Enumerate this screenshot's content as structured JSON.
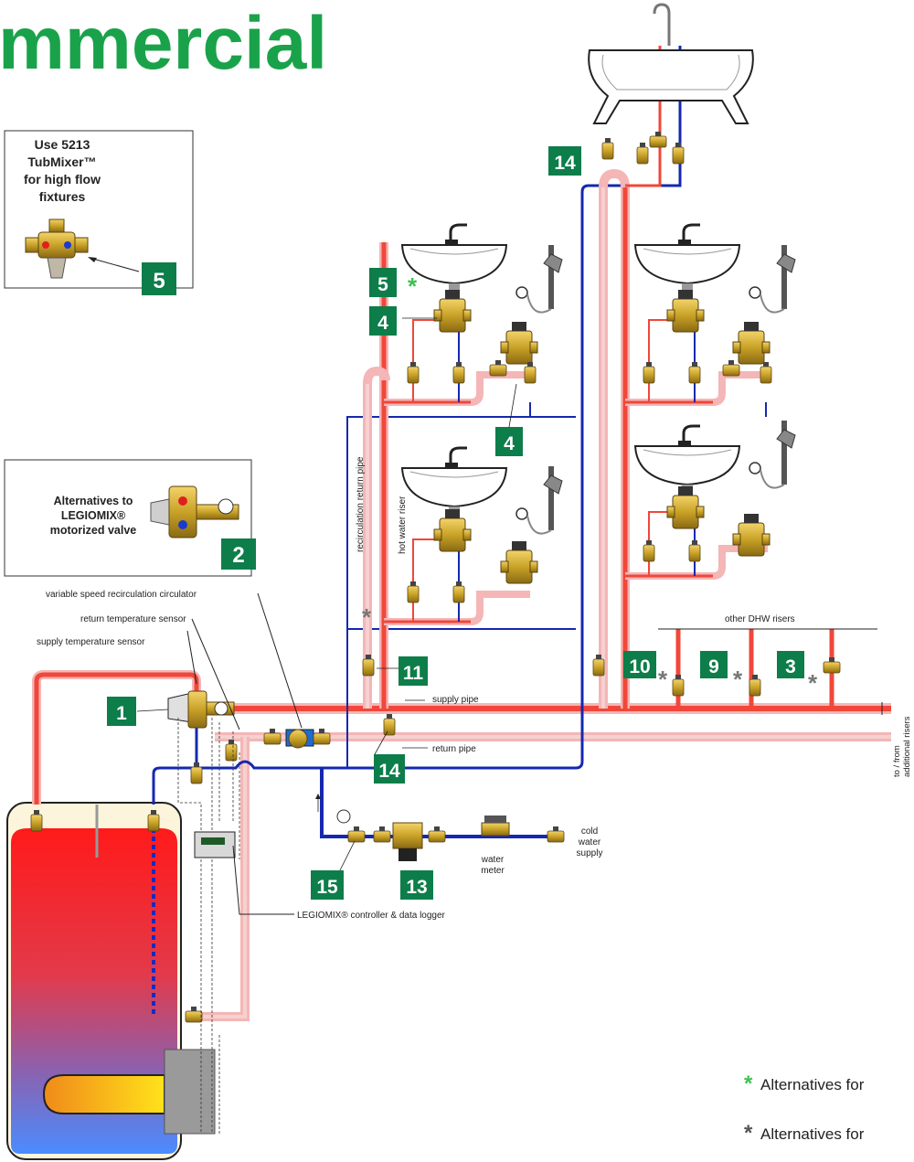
{
  "title": "mmercial",
  "colors": {
    "hot": "#f0473a",
    "hot_halo": "#f4b6b6",
    "cold": "#1528b0",
    "green": "#0d7d4a",
    "title_green": "#1aa24a",
    "brass": "#c9a227",
    "gray_star": "#777777",
    "green_star": "#3dc24e"
  },
  "callouts": {
    "tubmixer": {
      "line1": "Use 5213",
      "line2": "TubMixer™",
      "line3": "for high flow",
      "line4": "fixtures",
      "num": "5"
    },
    "legiomix_alt": {
      "line1": "Alternatives to",
      "line2": "LEGIOMIX®",
      "line3": "motorized valve",
      "num": "2"
    }
  },
  "labels": {
    "circulator": "variable speed recirculation circulator",
    "return_sensor": "return temperature sensor",
    "supply_sensor": "supply temperature sensor",
    "recirc_return": "recirculation return pipe",
    "hot_riser": "hot water riser",
    "supply_pipe": "supply pipe",
    "return_pipe": "return pipe",
    "other_risers": "other DHW risers",
    "to_from_1": "to / from",
    "to_from_2": "additional risers",
    "water_meter_1": "water",
    "water_meter_2": "meter",
    "cold_supply_1": "cold",
    "cold_supply_2": "water",
    "cold_supply_3": "supply",
    "controller": "LEGIOMIX®  controller & data logger"
  },
  "badges": {
    "b14_top": "14",
    "b5_sink": "5",
    "b4_sink": "4",
    "b4_lower": "4",
    "b2": "2",
    "b1": "1",
    "b11": "11",
    "b10": "10",
    "b9": "9",
    "b3": "3",
    "b14_bottom": "14",
    "b15": "15",
    "b13": "13"
  },
  "legend": {
    "green_note": "Alternatives for",
    "gray_note": "Alternatives for"
  }
}
